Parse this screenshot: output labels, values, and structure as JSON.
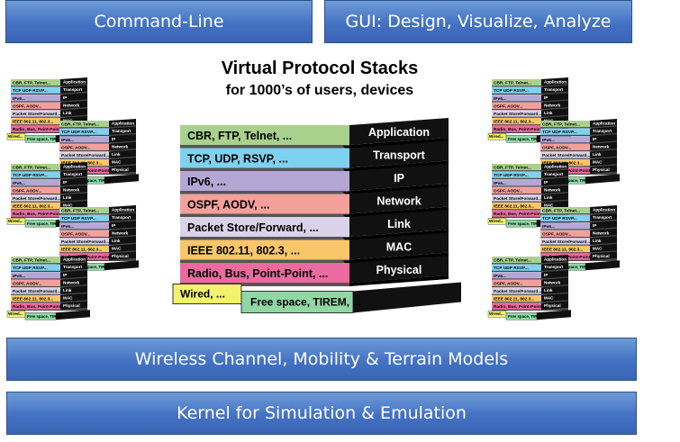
{
  "top_bars": {
    "command_line": "Command-Line",
    "gui": "GUI: Design, Visualize, Analyze"
  },
  "title": {
    "line1": "Virtual Protocol Stacks",
    "line2": "for 1000’s of users, devices"
  },
  "layers": [
    {
      "protocols": "CBR, FTP, Telnet, ...",
      "name": "Application",
      "color": "#a9d18e"
    },
    {
      "protocols": "TCP, UDP, RSVP, ...",
      "name": "Transport",
      "color": "#7fd1f0"
    },
    {
      "protocols": "IPv6, ...",
      "name": "IP",
      "color": "#b4a7d6"
    },
    {
      "protocols": "OSPF, AODV, ...",
      "name": "Network",
      "color": "#f4a09a"
    },
    {
      "protocols": "Packet Store/Forward, ...",
      "name": "Link",
      "color": "#d9d2e9"
    },
    {
      "protocols": "IEEE 802.11, 802.3, ...",
      "name": "MAC",
      "color": "#f9c66a"
    },
    {
      "protocols": "Radio, Bus, Point-Point, ...",
      "name": "Physical",
      "color": "#ec6aa0"
    }
  ],
  "physical_media": {
    "wired": "Wired, ...",
    "wireless": "Free space, TIREM, ...",
    "wired_color": "#f2f26f",
    "wireless_color": "#8fd7a4"
  },
  "mini_labels": {
    "layers": [
      "CBR, FTP, Telnet...",
      "TCP UDP RSVP...",
      "IPv6...",
      "OSPF, AODV...",
      "Packet Store/Forward...",
      "IEEE 802.11, 802.3...",
      "Radio, Bus, Point-Point..."
    ],
    "names": [
      "Application",
      "Transport",
      "IP",
      "Network",
      "Link",
      "MAC",
      "Physical"
    ],
    "wired": "Wired...",
    "wireless": "Free space, TIREM..."
  },
  "bottom_bars": {
    "channel": "Wireless Channel, Mobility & Terrain Models",
    "kernel": "Kernel for Simulation & Emulation"
  },
  "colors": {
    "bar_fill": "#4472c4",
    "bar_border": "#2f528f",
    "layer_name_fill": "#111111"
  }
}
